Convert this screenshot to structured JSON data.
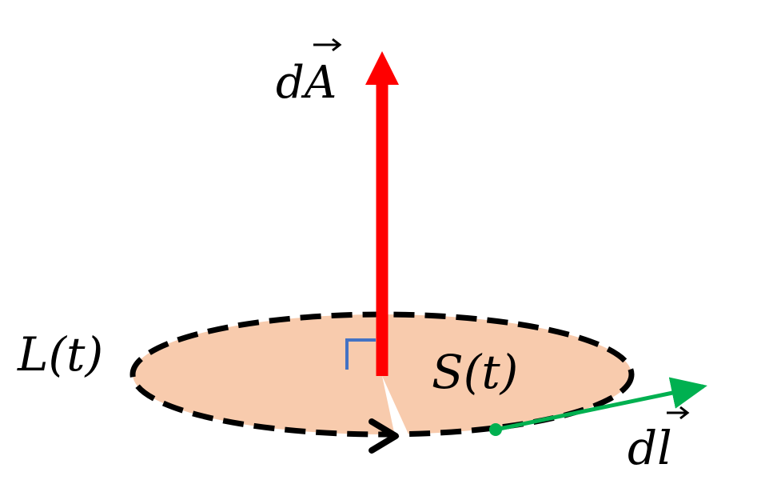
{
  "labels": {
    "area_element": "dA",
    "loop": "L(t)",
    "surface": "S(t)",
    "line_element": "dl"
  },
  "colors": {
    "surface_fill": "#F8CBAD",
    "area_vector": "#FF0000",
    "line_vector": "#00B050",
    "right_angle_marker": "#4472C4",
    "loop_stroke": "#000000"
  },
  "icons": {
    "vector_accent": "vector-arrow-accent"
  }
}
